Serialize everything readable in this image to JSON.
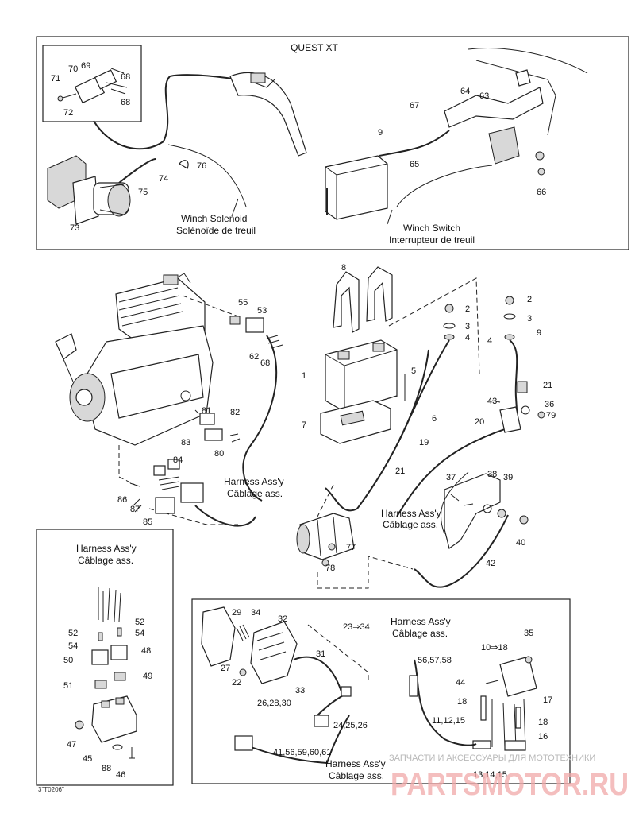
{
  "diagram": {
    "quest_title": "QUEST XT",
    "winch_solenoid_en": "Winch Solenoid",
    "winch_solenoid_fr": "Solénoïde de treuil",
    "winch_switch_en": "Winch Switch",
    "winch_switch_fr": "Interrupteur de treuil",
    "harness_en": "Harness Ass'y",
    "harness_fr": "Câblage ass.",
    "corner_code": "3\"T0206\"",
    "watermark_line": "ЗАПЧАСТИ И АКСЕССУАРЫ ДЛЯ МОТОТЕХНИКИ",
    "watermark_logo": "PARTSMOTOR.RU",
    "callouts": {
      "c1": "1",
      "c2": "2",
      "c3": "3",
      "c4": "4",
      "c5": "5",
      "c6": "6",
      "c7": "7",
      "c8": "8",
      "c9": "9",
      "c2b": "2",
      "c3b": "3",
      "c4b": "4",
      "c9b": "9",
      "c16": "16",
      "c17": "17",
      "c18a": "18",
      "c18b": "18",
      "c1018": "10⇒18",
      "c19": "19",
      "c20": "20",
      "c21a": "21",
      "c21b": "21",
      "c22": "22",
      "c2334": "23⇒34",
      "c242526": "24,25,26",
      "c262830": "26,28,30",
      "c27": "27",
      "c29": "29",
      "c31": "31",
      "c32": "32",
      "c33": "33",
      "c34": "34",
      "c35": "35",
      "c36": "36",
      "c37": "37",
      "c38": "38",
      "c39": "39",
      "c40": "40",
      "c41": "41,56,59,60,61",
      "c42": "42",
      "c43": "43",
      "c44": "44",
      "c45": "45",
      "c46": "46",
      "c47": "47",
      "c48": "48",
      "c49": "49",
      "c50": "50",
      "c51": "51",
      "c52a": "52",
      "c52b": "52",
      "c53": "53",
      "c54a": "54",
      "c54b": "54",
      "c55": "55",
      "c565758": "56,57,58",
      "c62": "62",
      "c63": "63",
      "c64": "64",
      "c65": "65",
      "c66": "66",
      "c67": "67",
      "c68a": "68",
      "c68b": "68",
      "c69": "69",
      "c70": "70",
      "c71": "71",
      "c72": "72",
      "c73": "73",
      "c74": "74",
      "c75": "75",
      "c76": "76",
      "c77": "77",
      "c78": "78",
      "c79": "79",
      "c80": "80",
      "c81": "81",
      "c82": "82",
      "c83": "83",
      "c84": "84",
      "c85": "85",
      "c86": "86",
      "c87": "87",
      "c88": "88",
      "c111215": "11,12,15",
      "c131415": "13,14,15"
    }
  }
}
